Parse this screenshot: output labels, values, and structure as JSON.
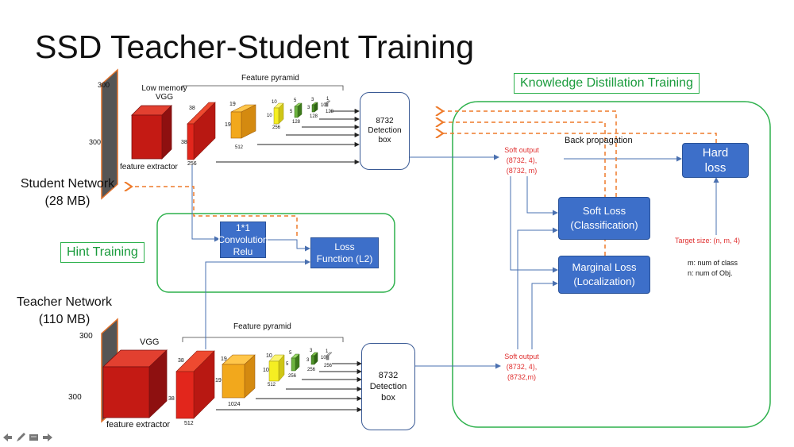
{
  "slide": {
    "title": "SSD Teacher-Student Training"
  },
  "student": {
    "name_line1": "Student Network",
    "name_line2": "(28 MB)",
    "input_h": "300",
    "input_w": "300",
    "backbone_label_line1": "Low memory",
    "backbone_label_line2": "VGG",
    "extractor_label": "feature extractor",
    "pyramid_label": "Feature pyramid",
    "maps": [
      {
        "size_top": "38",
        "size_side": "38",
        "depth": "256"
      },
      {
        "size_top": "19",
        "size_side": "19",
        "depth": "512"
      },
      {
        "size_top": "10",
        "size_side": "10",
        "depth": "256"
      },
      {
        "size_top": "5",
        "size_side": "5",
        "depth": "128"
      },
      {
        "size_top": "3",
        "size_side": "3",
        "depth": "128"
      },
      {
        "size_top": "1",
        "size_side": "10",
        "depth": "128"
      }
    ],
    "detection_line1": "8732",
    "detection_line2": "Detection",
    "detection_line3": "box"
  },
  "teacher": {
    "name_line1": "Teacher Network",
    "name_line2": "(110 MB)",
    "input_h": "300",
    "input_w": "300",
    "backbone_label": "VGG",
    "extractor_label": "feature extractor",
    "pyramid_label": "Feature pyramid",
    "maps": [
      {
        "size_top": "38",
        "size_side": "38",
        "depth": "512"
      },
      {
        "size_top": "19",
        "size_side": "19",
        "depth": "1024"
      },
      {
        "size_top": "10",
        "size_side": "10",
        "depth": "512"
      },
      {
        "size_top": "5",
        "size_side": "5",
        "depth": "256"
      },
      {
        "size_top": "3",
        "size_side": "3",
        "depth": "256"
      },
      {
        "size_top": "1",
        "size_side": "10",
        "depth": "256"
      }
    ],
    "detection_line1": "8732",
    "detection_line2": "Detection",
    "detection_line3": "box"
  },
  "hint": {
    "tag": "Hint Training",
    "conv_line1": "1*1",
    "conv_line2": "Convolution",
    "conv_line3": "Relu",
    "loss_line1": "Loss",
    "loss_line2": "Function (L2)"
  },
  "kd": {
    "tag": "Knowledge Distillation Training",
    "back_propagation": "Back propagation",
    "student_soft_output": [
      "Soft output",
      "(8732, 4),",
      "(8732, m)"
    ],
    "teacher_soft_output": [
      "Soft output",
      "(8732, 4),",
      "(8732,m)"
    ],
    "soft_loss_line1": "Soft Loss",
    "soft_loss_line2": "(Classification)",
    "marginal_loss_line1": "Marginal Loss",
    "marginal_loss_line2": "(Localization)",
    "hard_loss_line1": "Hard",
    "hard_loss_line2": "loss",
    "target_size": "Target size: (n, m, 4)",
    "legend_m": "m: num of class",
    "legend_n": "n: num of Obj."
  },
  "colors": {
    "blue_box": "#3d6fc9",
    "green_frame": "#2db14c",
    "orange_dashed": "#ee7a2a",
    "arrow_blue": "#4a70b0",
    "text_red": "#e03030",
    "map_red": "#d9231b",
    "map_orange": "#f2a81c",
    "map_yellow": "#f5ee22",
    "map_green": "#5a9e2f"
  },
  "icons": [
    "back-arrow-icon",
    "pen-icon",
    "slides-icon",
    "forward-arrow-icon"
  ]
}
